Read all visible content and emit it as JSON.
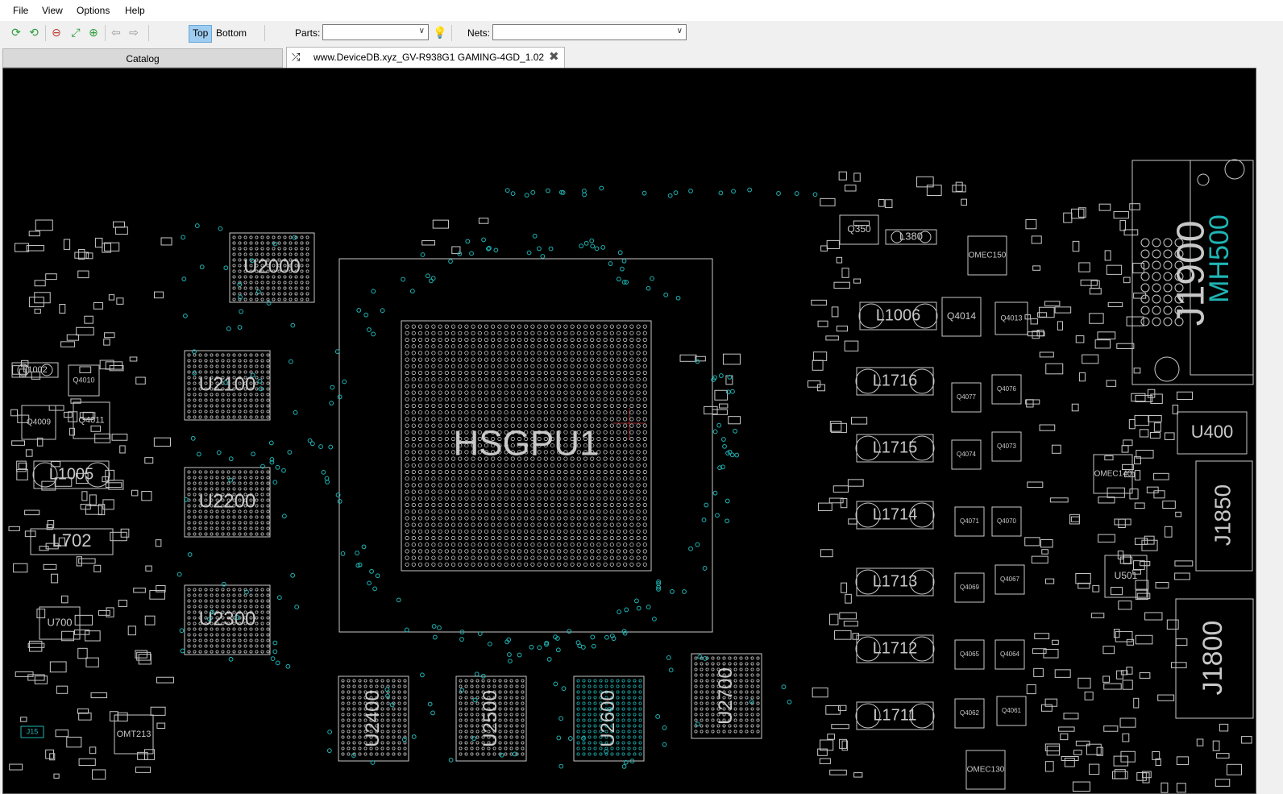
{
  "menu": [
    "File",
    "View",
    "Options",
    "Help"
  ],
  "toolbar": {
    "icons": [
      "open-icon",
      "reload-icon",
      "zoom-out-icon",
      "fit-icon",
      "zoom-in-icon",
      "back-icon",
      "forward-icon"
    ],
    "top_label": "Top",
    "bottom_label": "Bottom",
    "parts_label": "Parts:",
    "parts_value": "",
    "nets_label": "Nets:",
    "nets_value": ""
  },
  "tabs": {
    "catalog": "Catalog",
    "file": "www.DeviceDB.xyz_GV-R938G1 GAMING-4GD_1.02"
  },
  "board": {
    "gpu": "HSGPU1",
    "memory": [
      "U2000",
      "U2100",
      "U2200",
      "U2300",
      "U2400",
      "U2500",
      "U2600",
      "U2700"
    ],
    "inductors": [
      "L1006",
      "L1716",
      "L1715",
      "L1714",
      "L1713",
      "L1712",
      "L1711",
      "L1005",
      "L1002",
      "L380"
    ],
    "connectors": [
      "J1900",
      "J1850",
      "J1800",
      "U400"
    ],
    "chips": [
      "U501",
      "U700",
      "Q4014",
      "Q4013",
      "Q4010",
      "Q4011",
      "Q4009",
      "Q350",
      "OMEC150",
      "OMEC140",
      "OMEC130",
      "OMT213",
      "J15",
      "L702"
    ],
    "small_ic": [
      "Q4077",
      "Q4076",
      "Q4074",
      "Q4073",
      "Q4071",
      "Q4070",
      "Q4069",
      "Q4067",
      "Q4065",
      "Q4064",
      "Q4062",
      "Q4061"
    ],
    "colors": {
      "outline": "#c8c8c8",
      "net": "#1fb4b4",
      "background": "#000000"
    }
  }
}
